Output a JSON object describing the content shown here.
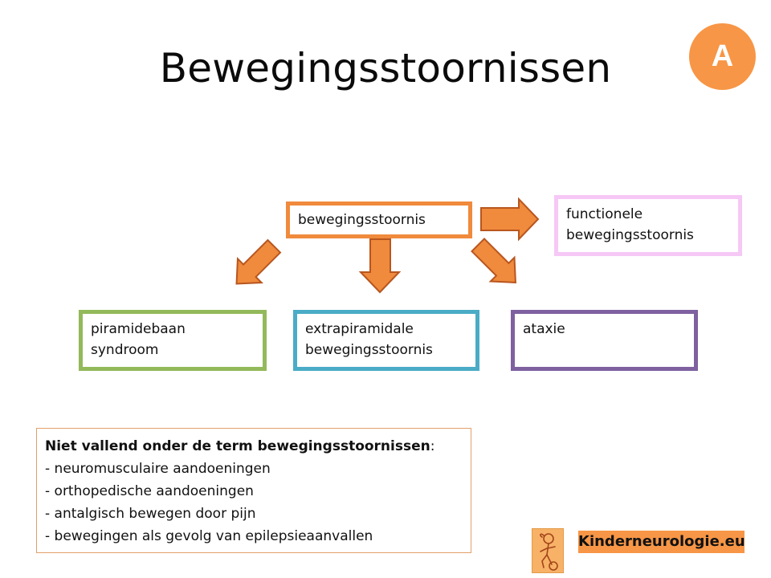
{
  "slide": {
    "title": "Bewegingsstoornissen",
    "badge": "A"
  },
  "diagram": {
    "main": "bewegingsstoornis",
    "functional": [
      "functionele",
      "bewegingsstoornis"
    ],
    "pyramidal": [
      "piramidebaan",
      "syndroom"
    ],
    "extrapyramidal": [
      "extrapiramidale",
      "bewegingsstoornis"
    ],
    "ataxia": "ataxie"
  },
  "note": {
    "heading": "Niet vallend onder de term bewegingsstoornissen",
    "colon": ":",
    "items": [
      "- neuromusculaire aandoeningen",
      "- orthopedische aandoeningen",
      "- antalgisch bewegen door pijn",
      "- bewegingen als gevolg van epilepsieaanvallen"
    ]
  },
  "logo": {
    "text": "Kinderneurologie.eu"
  },
  "colors": {
    "orange": "#f79646",
    "green": "#93b95a",
    "blue": "#4aacc6",
    "purple": "#7f60a0",
    "pink": "#f6c8f6"
  }
}
